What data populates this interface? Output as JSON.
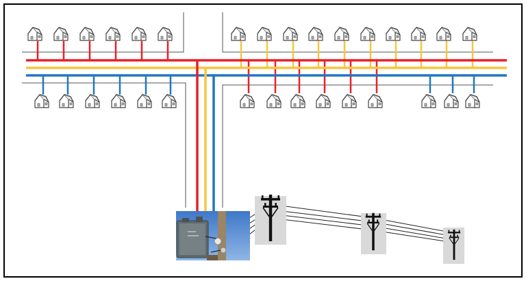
{
  "diagram": {
    "phase_colors": {
      "red": "#e8202a",
      "yellow": "#f7c63f",
      "blue": "#1f77c4"
    },
    "frame_color": "#000000",
    "road_color": "#555555",
    "icons": {
      "house": "house-icon",
      "transformer": "pole-mounted-transformer-photo",
      "pole": "utility-pole-icon"
    },
    "top_left_houses": [
      "red",
      "red",
      "red",
      "red",
      "red",
      "red"
    ],
    "top_right_houses": [
      "yellow",
      "yellow",
      "yellow",
      "yellow",
      "yellow",
      "yellow",
      "yellow",
      "yellow",
      "yellow",
      "yellow"
    ],
    "bottom_left_houses": [
      "blue",
      "blue",
      "blue",
      "blue",
      "blue",
      "blue"
    ],
    "bottom_right_houses": [
      "red",
      "red",
      "red",
      "red",
      "red",
      "red",
      "blue",
      "blue",
      "blue"
    ],
    "pole_count": 3
  }
}
